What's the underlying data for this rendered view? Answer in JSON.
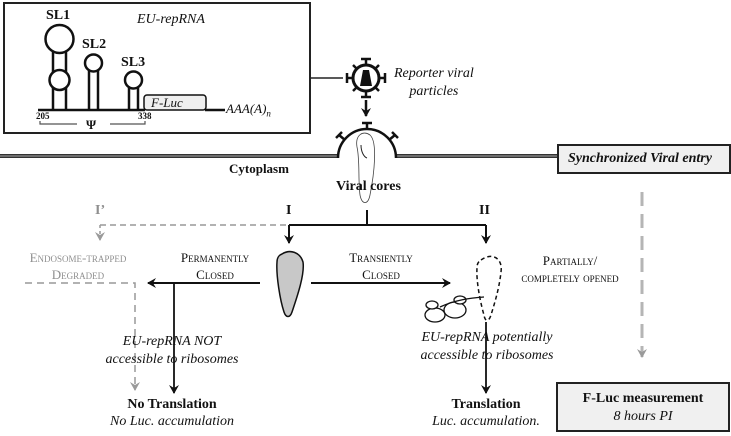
{
  "inset": {
    "title": "EU-repRNA",
    "stem_loops": [
      "SL1",
      "SL2",
      "SL3"
    ],
    "gene_label": "F-Luc",
    "polyA": "AAA(A)",
    "polyA_sub": "n",
    "pos_start": "205",
    "pos_end": "338",
    "psi": "Ψ"
  },
  "particles": {
    "label_line1": "Reporter viral",
    "label_line2": "particles"
  },
  "membrane": {
    "cytoplasm": "Cytoplasm",
    "viral_cores": "Viral cores"
  },
  "entry_box": {
    "label": "Synchronized Viral entry"
  },
  "pathways": {
    "i_prime": {
      "roman": "I’",
      "line1": "Endosome-trapped",
      "line2": "Degraded"
    },
    "i": {
      "roman": "I",
      "line1": "Permanently",
      "line2": "Closed"
    },
    "transient": {
      "line1": "Transiently",
      "line2": "Closed"
    },
    "ii": {
      "roman": "II",
      "line1": "Partially/",
      "line2": "completely opened"
    }
  },
  "outcomes": {
    "left_access_1": "EU-repRNA NOT",
    "left_access_2": "accessible to ribosomes",
    "left_result": "No Translation",
    "left_result_sub": "No Luc. accumulation",
    "right_access_1": "EU-repRNA potentially",
    "right_access_2": "accessible to ribosomes",
    "right_result": "Translation",
    "right_result_sub": "Luc. accumulation."
  },
  "measure_box": {
    "title": "F-Luc measurement",
    "subtitle": "8 hours PI"
  },
  "colors": {
    "ink": "#111111",
    "grey": "#8f8f8f",
    "core_fill": "#c8c8c8",
    "box_fill": "#f0f0f0"
  }
}
